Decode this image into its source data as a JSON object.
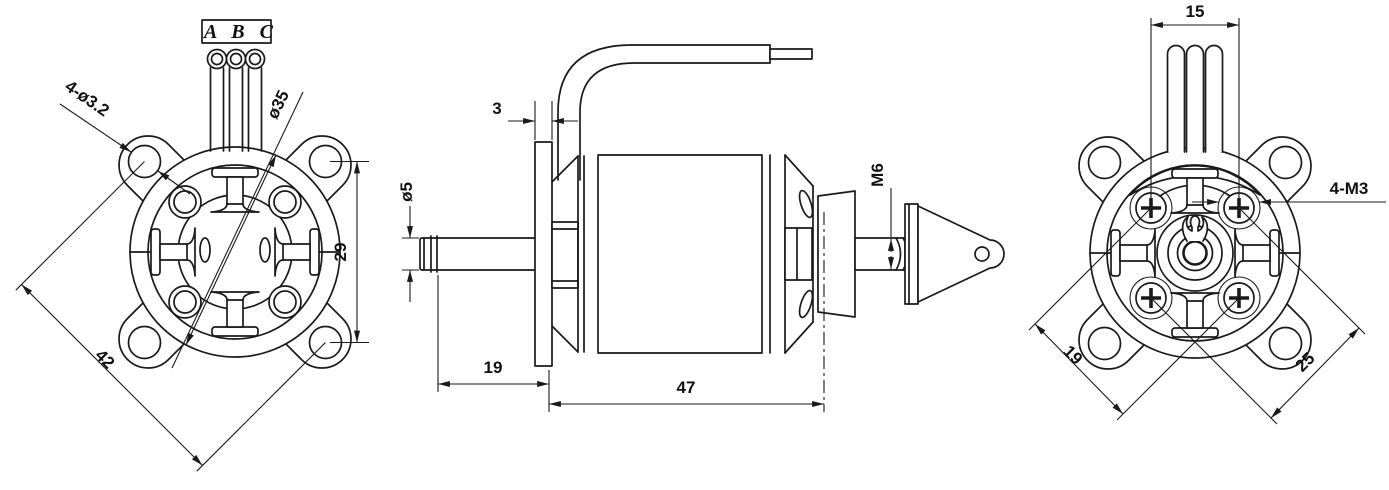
{
  "background": "#ffffff",
  "line_color": "#1a1a1a",
  "views": {
    "front": {
      "phase_labels": "A B C",
      "dims": {
        "mount_holes": "4-ø3.2",
        "outer_diameter": "ø35",
        "hole_spacing": "29",
        "hole_diagonal": "42"
      }
    },
    "side": {
      "dims": {
        "flange_thickness": "3",
        "shaft_diameter": "ø5",
        "shaft_protrusion": "19",
        "body_length": "47",
        "prop_shaft_thread": "M6"
      }
    },
    "rear": {
      "dims": {
        "wire_exit_width": "15",
        "mount_screws": "4-M3",
        "screw_spacing_short": "19",
        "screw_spacing_long": "25"
      }
    }
  }
}
